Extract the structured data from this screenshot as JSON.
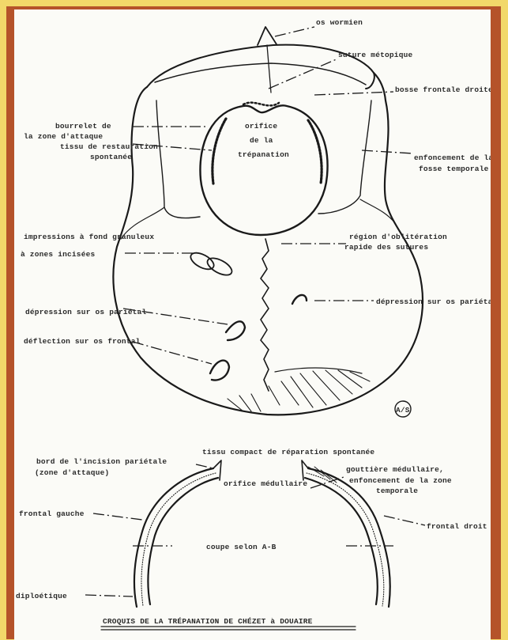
{
  "colors": {
    "background": "#f2d86a",
    "frame": "#b5532a",
    "paper": "#fbfbf7",
    "ink": "#1a1a1a"
  },
  "top_view": {
    "labels": {
      "vertex": "os wormien",
      "metopic": "suture métopique",
      "frontal_boss": "bosse frontale droite",
      "bourrelet": "bourrelet de",
      "bourrelet2": "la zone d'attaque",
      "tissue": "tissu de restauration",
      "tissue2": "spontanée",
      "orifice": "orifice",
      "orifice2": "de la",
      "orifice3": "trépanation",
      "enfoncement": "enfoncement de la",
      "enfoncement2": "fosse temporale",
      "impression": "impressions à fond granuleux",
      "impression2": "à zones incisées",
      "suture": "région d'oblitération",
      "suture2": "rapide des sutures",
      "depression_right": "dépression sur os pariétal",
      "depression_left": "dépression sur os pariétal",
      "deflection": "déflection sur os frontal"
    },
    "mark": "A/S"
  },
  "section_view": {
    "labels": {
      "tissue_top": "tissu compact de réparation spontanée",
      "bord": "bord de l'incision pariétale",
      "bord2": "(zone d'attaque)",
      "orifice": "orifice médullaire",
      "gouttiere": "gouttière médullaire,",
      "gouttiere2": "enfoncement de la zone",
      "gouttiere3": "temporale",
      "frontal_left": "frontal gauche",
      "frontal_right": "frontal droit",
      "center": "coupe selon A-B",
      "diploe": "diploétique"
    },
    "caption": "CROQUIS DE LA TRÉPANATION DE CHÉZET à DOUAIRE"
  }
}
